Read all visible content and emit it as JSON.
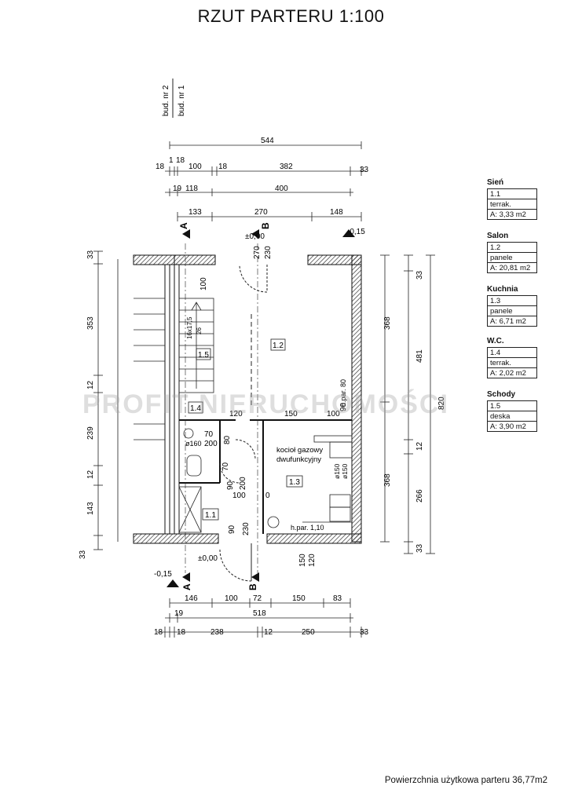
{
  "title": "RZUT PARTERU   1:100",
  "building_labels": [
    "bud. nr 2",
    "bud. nr 1"
  ],
  "top_dims": {
    "row1": [
      "544"
    ],
    "row2": [
      "18",
      "1",
      "18",
      "100",
      "18",
      "382",
      "33"
    ],
    "row3": [
      "19",
      "118",
      "400"
    ],
    "row4": [
      "133",
      "270",
      "148"
    ]
  },
  "bottom_dims": {
    "row1": [
      "146",
      "100",
      "72",
      "150",
      "83"
    ],
    "row2": [
      "19",
      "518"
    ],
    "row3": [
      "18",
      "18",
      "238",
      "12",
      "250",
      "33"
    ]
  },
  "left_dims": [
    "33",
    "353",
    "12",
    "239",
    "12",
    "143",
    "33"
  ],
  "right_dims": {
    "inner": [
      "368",
      "368"
    ],
    "middle": [
      "33",
      "481",
      "12",
      "266",
      "33"
    ],
    "outer": [
      "820"
    ]
  },
  "interior_labels": {
    "room_1_2": "1.2",
    "room_1_3": "1.3",
    "room_1_5": "1.5",
    "room_1_1": "1.1",
    "room_1_4": "1.4",
    "level_top": "±0,00",
    "level_bottom": "±0,00",
    "level_right": "-0,15",
    "level_left": "-0,15",
    "door_top_a": "270",
    "door_top_b": "230",
    "dim_100_stairs": "100",
    "stairs_steps": "16x17,5",
    "stairs_tread": "26",
    "dims_mid": [
      "120",
      "150",
      "100"
    ],
    "wc_dims": [
      "70",
      "200",
      "80",
      "70"
    ],
    "wc_vent": "ø160",
    "hall_dims": [
      "90",
      "200",
      "100",
      "0"
    ],
    "hall_door": [
      "90",
      "230"
    ],
    "kitchen_boiler": [
      "kocioł gazowy",
      "dwufunkcyjny"
    ],
    "kitchen_vent": [
      "ø150",
      "ø150"
    ],
    "kitchen_hpar": "h.par. 1,10",
    "kitchen_window": [
      "150",
      "120"
    ],
    "salon_window": [
      "h.par. 80",
      "90"
    ],
    "section_a": "A",
    "section_b": "B"
  },
  "legend": [
    {
      "name": "Sień",
      "number": "1.1",
      "floor": "terrak.",
      "area": "A: 3,33 m2"
    },
    {
      "name": "Salon",
      "number": "1.2",
      "floor": "panele",
      "area": "A: 20,81 m2"
    },
    {
      "name": "Kuchnia",
      "number": "1.3",
      "floor": "panele",
      "area": "A: 6,71 m2"
    },
    {
      "name": "W.C.",
      "number": "1.4",
      "floor": "terrak.",
      "area": "A: 2,02 m2"
    },
    {
      "name": "Schody",
      "number": "1.5",
      "floor": "deska",
      "area": "A: 3,90 m2"
    }
  ],
  "watermark": "PROFIT NIERUCHOMOŚCI",
  "footer": "Powierzchnia użytkowa parteru 36,77m2"
}
